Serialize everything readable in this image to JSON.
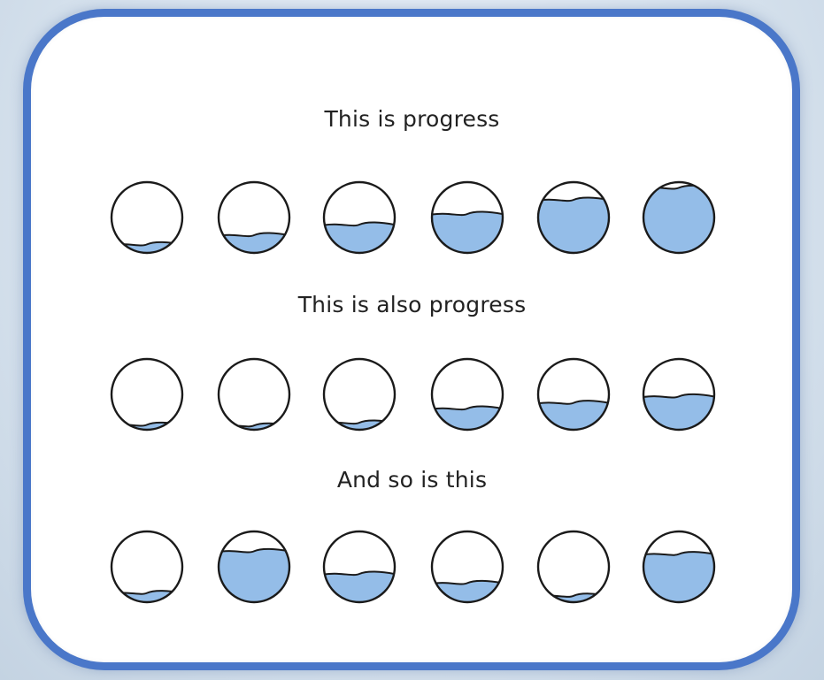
{
  "colors": {
    "frame": "#4a77c9",
    "water": "#94bde8",
    "outline": "#1a1a1a",
    "card": "#ffffff"
  },
  "rows": [
    {
      "caption": "This is progress",
      "fills": [
        0.12,
        0.25,
        0.4,
        0.55,
        0.75,
        0.92
      ]
    },
    {
      "caption": "This is also progress",
      "fills": [
        0.07,
        0.06,
        0.1,
        0.3,
        0.38,
        0.47
      ]
    },
    {
      "caption": "And so is this",
      "fills": [
        0.13,
        0.72,
        0.4,
        0.27,
        0.09,
        0.68
      ]
    }
  ]
}
